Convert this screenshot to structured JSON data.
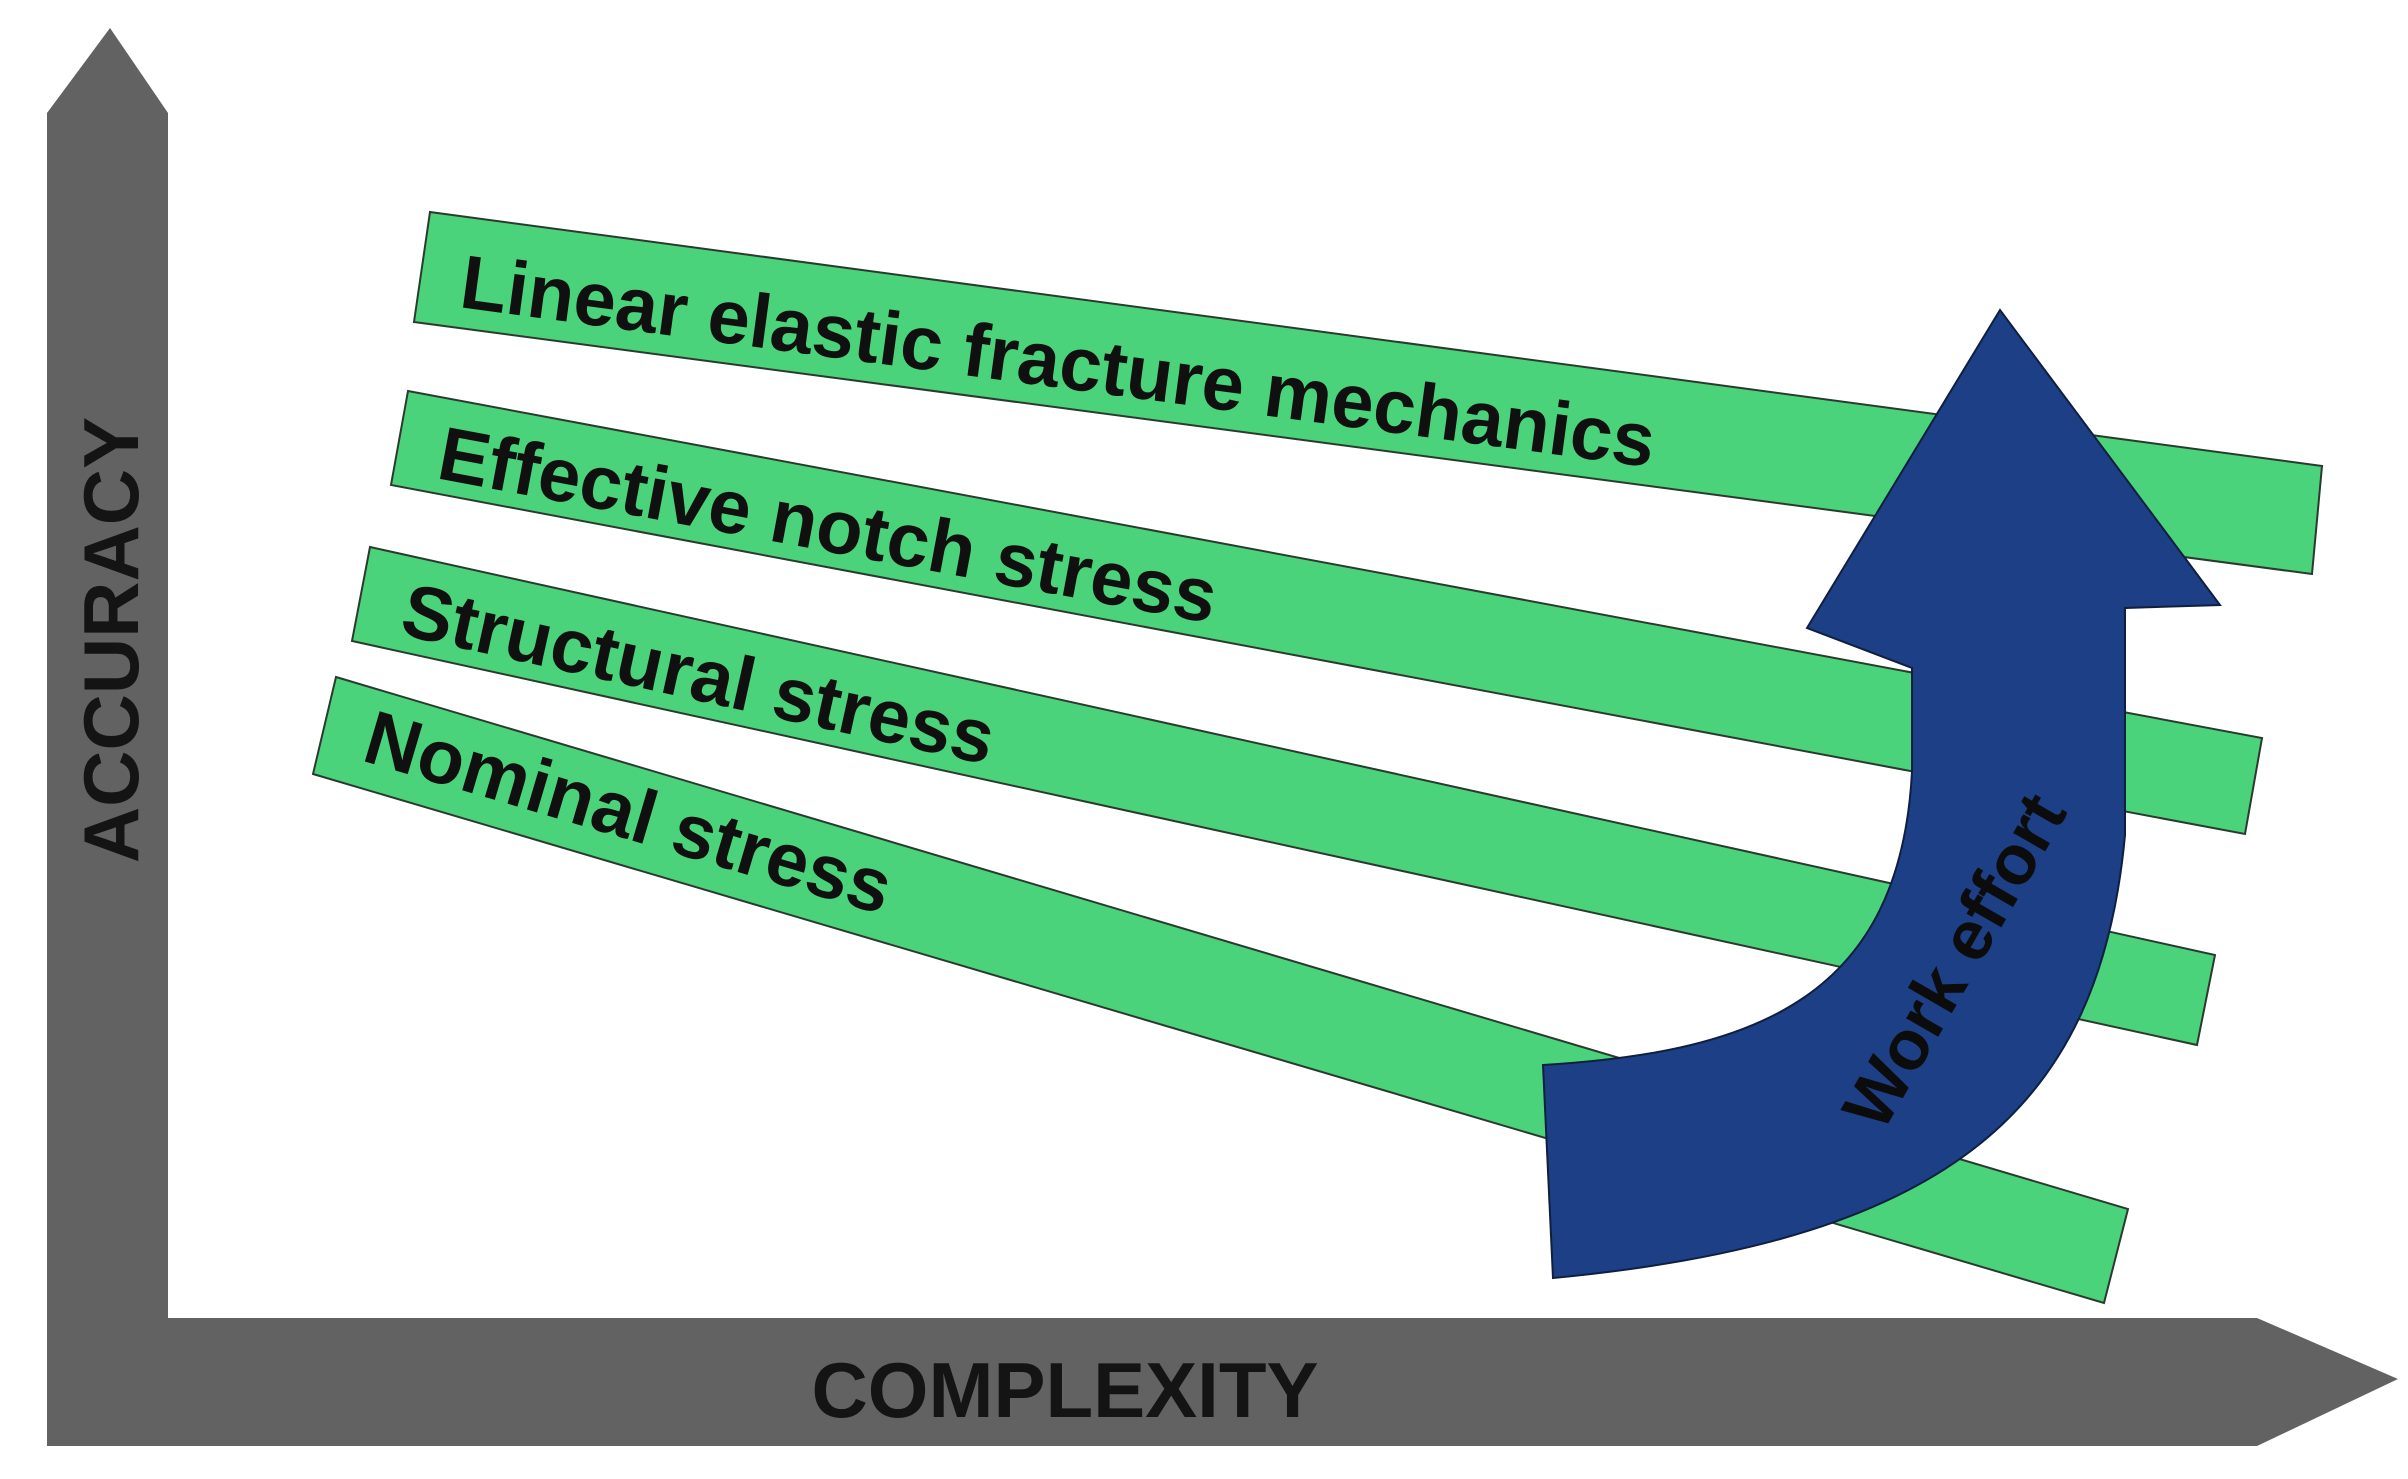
{
  "axes": {
    "y_label": "ACCURACY",
    "x_label": "COMPLEXITY",
    "axis_color": "#626262"
  },
  "bands": [
    {
      "label": "Linear elastic fracture mechanics"
    },
    {
      "label": "Effective notch stress"
    },
    {
      "label": "Structural stress"
    },
    {
      "label": "Nominal stress"
    }
  ],
  "band_color": "#4ad37a",
  "effort": {
    "label": "Work effort",
    "color": "#1c3f85"
  }
}
